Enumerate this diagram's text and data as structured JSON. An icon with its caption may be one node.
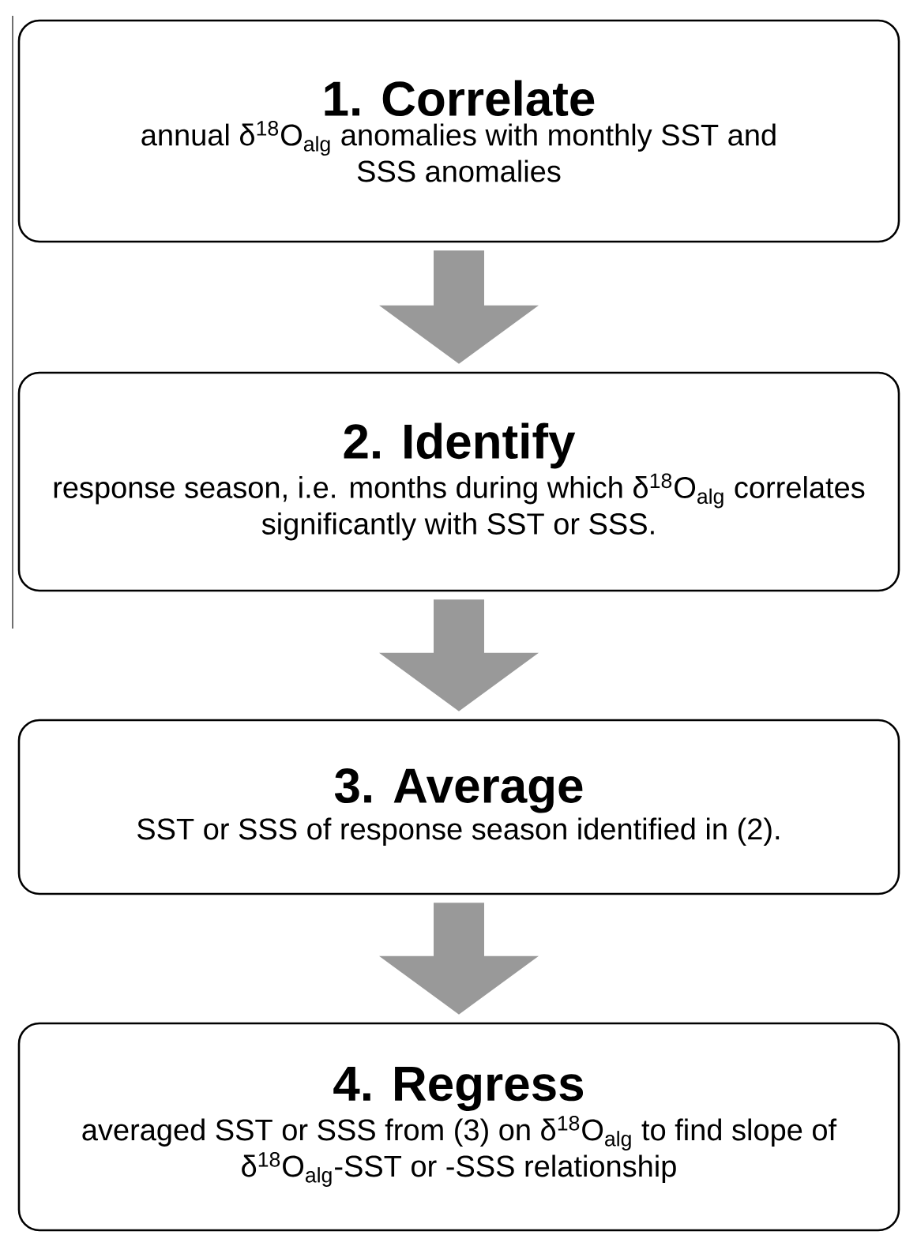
{
  "diagram": {
    "nodes": [
      {
        "text": [
          "1. Correlate",
          "annual δ$^{18}$O$_{alg}$ anomalies with monthly SST and SSS anomalies"
        ]
      },
      {
        "text": [
          "2. Identify",
          "response season, i.e. months during which δ$^{18}$O$_{alg}$ correlates significantly with SST or SSS."
        ]
      },
      {
        "text": [
          "3. Average",
          "SST or SSS of response season identified in (2)."
        ]
      },
      {
        "text": [
          "4. Regress",
          "averaged SST or SSS from (3) on δ$^{18}$O$_{alg}$ to find slope of δ$^{18}$O$_{alg}$-SST or -SSS relationship"
        ]
      }
    ],
    "edges": [
      {
        "from": 0,
        "to": 1,
        "arrow": "to"
      },
      {
        "from": 1,
        "to": 2,
        "arrow": "to"
      },
      {
        "from": 2,
        "to": 3,
        "arrow": "to"
      }
    ]
  }
}
